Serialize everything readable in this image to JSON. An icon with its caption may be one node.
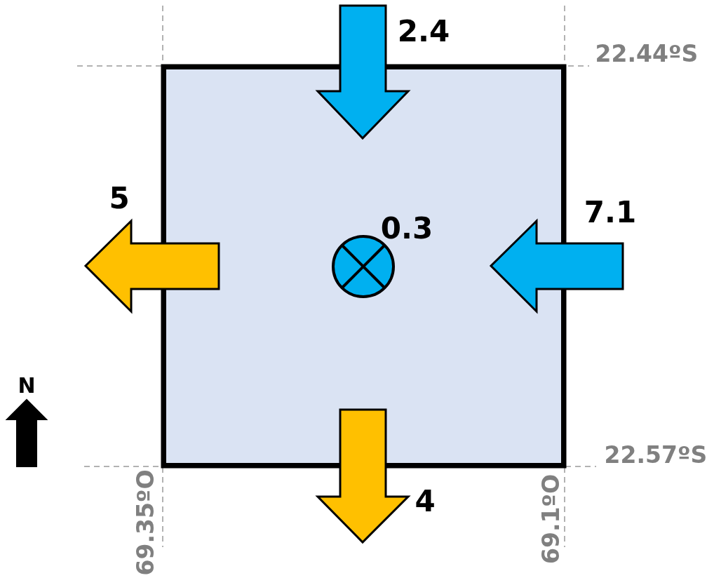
{
  "diagram": {
    "nodes": [
      {
        "text": [],
        "shape": "box"
      }
    ],
    "labels": [
      "2.4",
      "22.44ºS",
      "5",
      "0.3",
      "7.1",
      "N",
      "22.57ºS",
      "4",
      "69.35ºO",
      "69.1ºO"
    ]
  }
}
